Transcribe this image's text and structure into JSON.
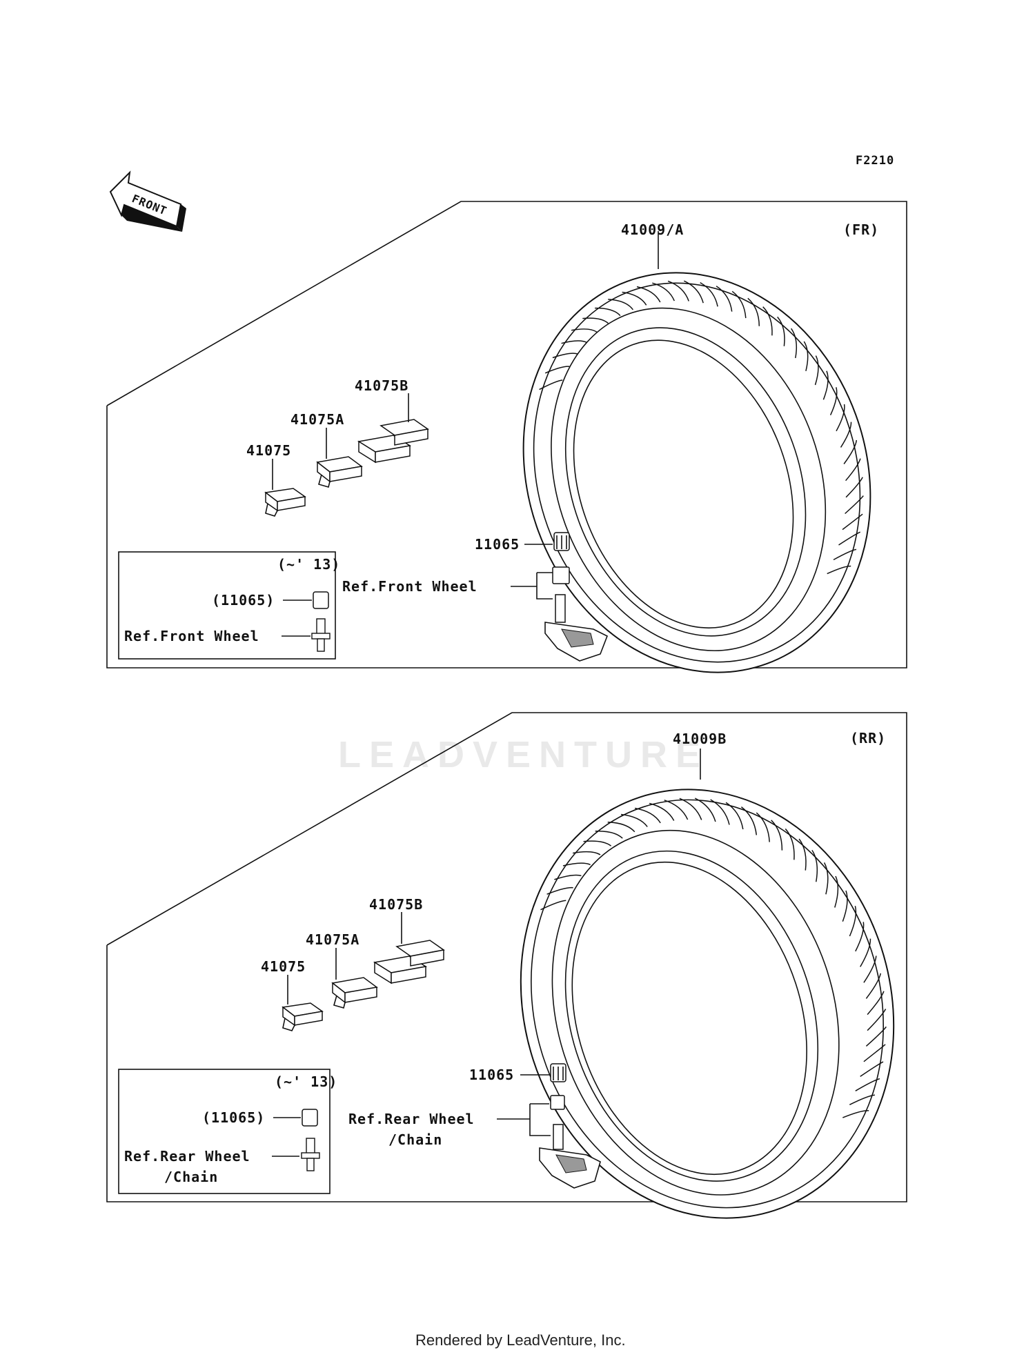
{
  "figure_code": "F2210",
  "direction_label": "FRONT",
  "watermark": "LEADVENTURE",
  "footer": "Rendered by LeadVenture, Inc.",
  "front_panel": {
    "position_tag": "(FR)",
    "tire_part": "41009/A",
    "weight_parts": [
      "41075",
      "41075A",
      "41075B"
    ],
    "valve_cap_part": "11065",
    "valve_ref": "Ref.Front Wheel",
    "inset": {
      "years": "(~' 13)",
      "cap_part": "(11065)",
      "ref": "Ref.Front Wheel"
    }
  },
  "rear_panel": {
    "position_tag": "(RR)",
    "tire_part": "41009B",
    "weight_parts": [
      "41075",
      "41075A",
      "41075B"
    ],
    "valve_cap_part": "11065",
    "valve_ref_line1": "Ref.Rear Wheel",
    "valve_ref_line2": "/Chain",
    "inset": {
      "years": "(~' 13)",
      "cap_part": "(11065)",
      "ref_line1": "Ref.Rear Wheel",
      "ref_line2": "/Chain"
    }
  }
}
